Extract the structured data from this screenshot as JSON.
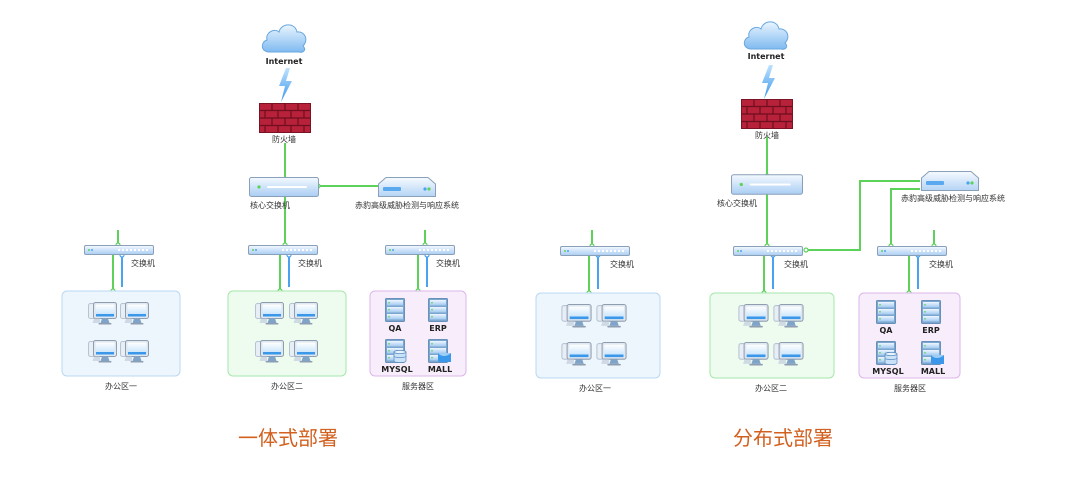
{
  "diagrams": [
    {
      "caption": "一体式部署",
      "internet_label": "Internet",
      "firewall_label": "防火墙",
      "core_switch_label": "核心交换机",
      "ndr_label": "赤豹高级威胁检测与响应系统",
      "switch_label": "交换机",
      "zones": [
        {
          "label": "办公区一",
          "color": "blue"
        },
        {
          "label": "办公区二",
          "color": "green"
        },
        {
          "label": "服务器区",
          "color": "purple",
          "servers": [
            "QA",
            "ERP",
            "MYSQL",
            "MALL"
          ]
        }
      ]
    },
    {
      "caption": "分布式部署",
      "internet_label": "Internet",
      "firewall_label": "防火墙",
      "core_switch_label": "核心交换机",
      "ndr_label": "赤豹高级威胁检测与响应系统",
      "switch_label": "交换机",
      "zones": [
        {
          "label": "办公区一",
          "color": "blue"
        },
        {
          "label": "办公区二",
          "color": "green"
        },
        {
          "label": "服务器区",
          "color": "purple",
          "servers": [
            "QA",
            "ERP",
            "MYSQL",
            "MALL"
          ]
        }
      ]
    }
  ],
  "colors": {
    "link_green": "#5dd25a",
    "link_blue": "#4aa3f0",
    "caption": "#d2601f",
    "firewall": "#c0283a",
    "zone_blue_fill": "#eef6fd",
    "zone_blue_stroke": "#b8d8f2",
    "zone_green_fill": "#eefcef",
    "zone_green_stroke": "#a6e6ab",
    "zone_purple_fill": "#f8eefb",
    "zone_purple_stroke": "#dcb6ea"
  }
}
